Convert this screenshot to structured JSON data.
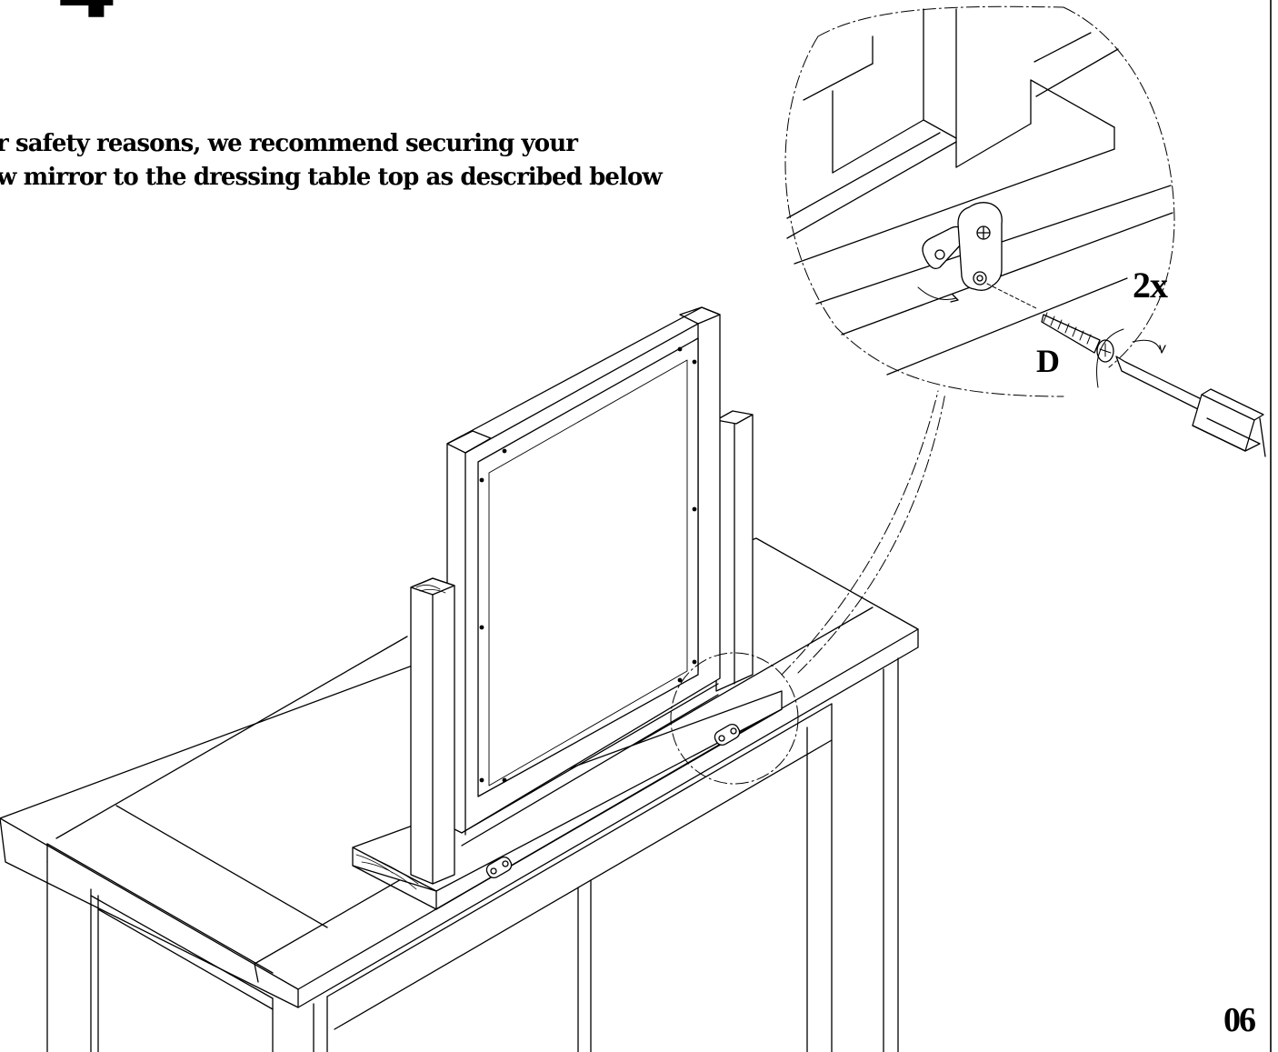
{
  "step": {
    "number": "4"
  },
  "instruction": {
    "line1": "r safety reasons, we recommend securing your",
    "line2": "w mirror to the dressing table top as described below"
  },
  "callout": {
    "quantity": "2x",
    "part": "D"
  },
  "footer": {
    "page_number": "06"
  },
  "style": {
    "ink": "#000000",
    "paper": "#ffffff"
  }
}
